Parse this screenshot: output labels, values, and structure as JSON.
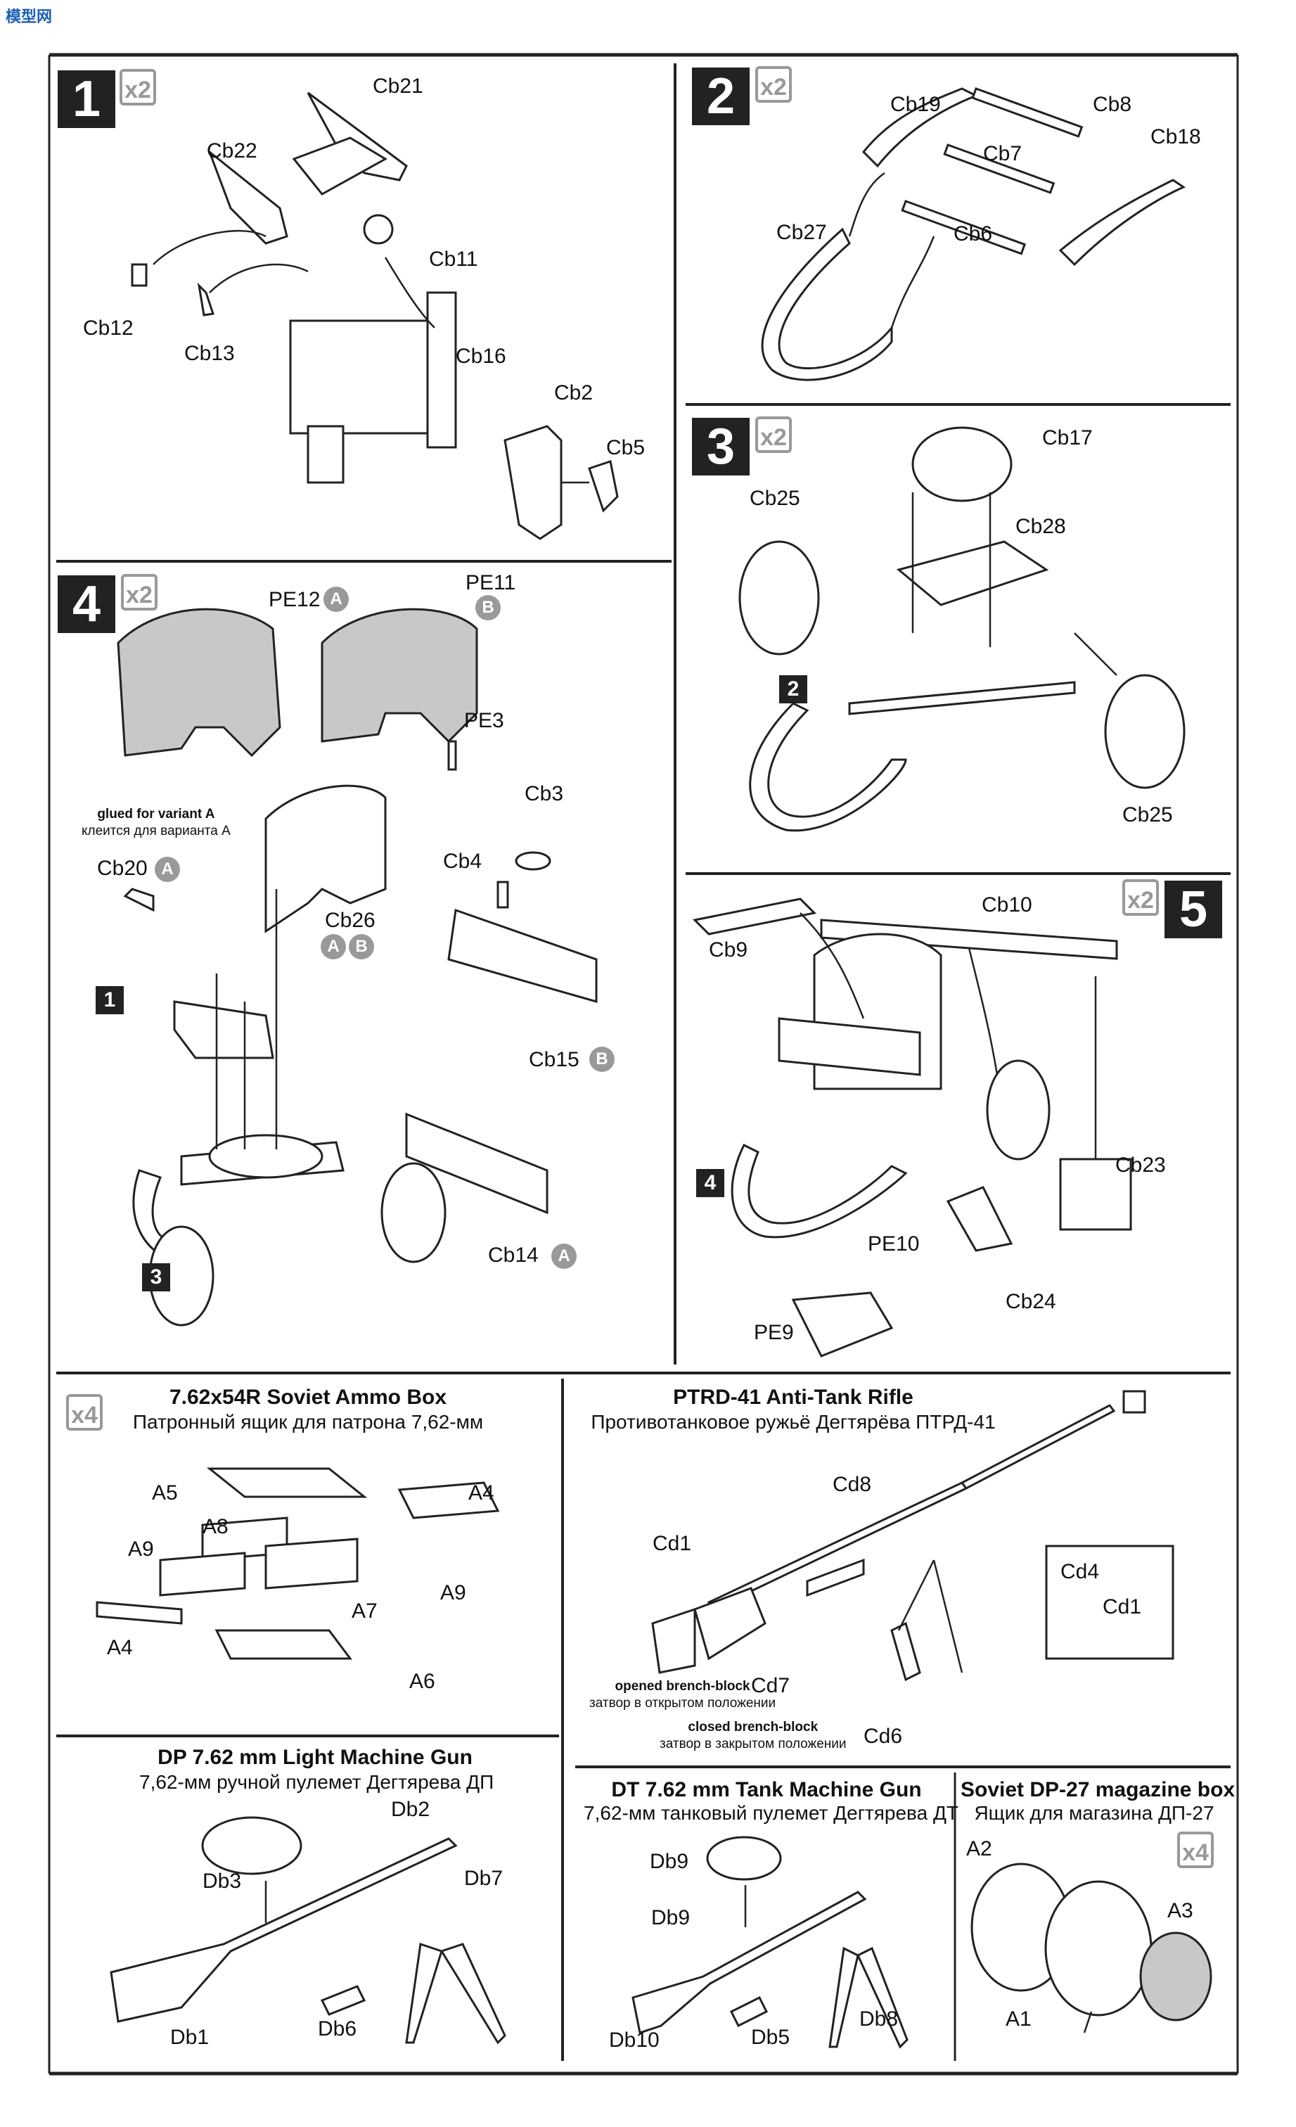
{
  "watermark": "模型网",
  "steps": [
    {
      "number": "1",
      "multiplier": "x2",
      "labels": [
        "Cb21",
        "Cb22",
        "Cb11",
        "Cb12",
        "Cb13",
        "Cb16",
        "Cb2",
        "Cb5"
      ]
    },
    {
      "number": "2",
      "multiplier": "x2",
      "labels": [
        "Cb19",
        "Cb8",
        "Cb18",
        "Cb7",
        "Cb27",
        "Cb6"
      ]
    },
    {
      "number": "3",
      "multiplier": "x2",
      "labels": [
        "Cb17",
        "Cb25",
        "Cb28",
        "Cb25"
      ],
      "ref": "2"
    },
    {
      "number": "4",
      "multiplier": "x2",
      "labels": [
        "PE12",
        "PE11",
        "PE3",
        "Cb3",
        "Cb4",
        "Cb20",
        "Cb26",
        "Cb15",
        "Cb14"
      ],
      "refs": [
        "1",
        "3"
      ]
    },
    {
      "number": "5",
      "multiplier": "x2",
      "labels": [
        "Cb9",
        "Cb10",
        "Cb23",
        "PE10",
        "Cb24",
        "PE9"
      ],
      "ref": "4"
    }
  ],
  "step4_note": {
    "en": "glued for variant A",
    "ru": "клеится для варианта А"
  },
  "variants": {
    "a": "A",
    "b": "B"
  },
  "ammo_box": {
    "title": "7.62x54R Soviet Ammo Box",
    "subtitle": "Патронный ящик для патрона 7,62-мм",
    "multiplier": "x4",
    "labels": [
      "A5",
      "A4",
      "A8",
      "A9",
      "A9",
      "A7",
      "A4",
      "A6"
    ]
  },
  "ptrd": {
    "title": "PTRD-41 Anti-Tank Rifle",
    "subtitle": "Противотанковое ружьё Дегтярёва ПТРД-41",
    "labels": [
      "Cd8",
      "Cd1",
      "Cd4",
      "Cd1",
      "Cd7",
      "Cd6"
    ],
    "opened": {
      "en": "opened brench-block",
      "ru": "затвор в открытом положении"
    },
    "closed": {
      "en": "closed brench-block",
      "ru": "затвор в закрытом положении"
    }
  },
  "dp": {
    "title": "DP 7.62 mm Light Machine Gun",
    "subtitle": "7,62-мм ручной пулемет Дегтярева ДП",
    "labels": [
      "Db2",
      "Db3",
      "Db7",
      "Db1",
      "Db6"
    ]
  },
  "dt": {
    "title": "DT 7.62 mm Tank Machine Gun",
    "subtitle": "7,62-мм танковый пулемет Дегтярева ДТ",
    "labels": [
      "Db9",
      "Db9",
      "Db10",
      "Db5",
      "Db8"
    ]
  },
  "dp27": {
    "title": "Soviet DP-27 magazine box",
    "subtitle": "Ящик для магазина ДП-27",
    "multiplier": "x4",
    "labels": [
      "A2",
      "A3",
      "A1"
    ]
  }
}
